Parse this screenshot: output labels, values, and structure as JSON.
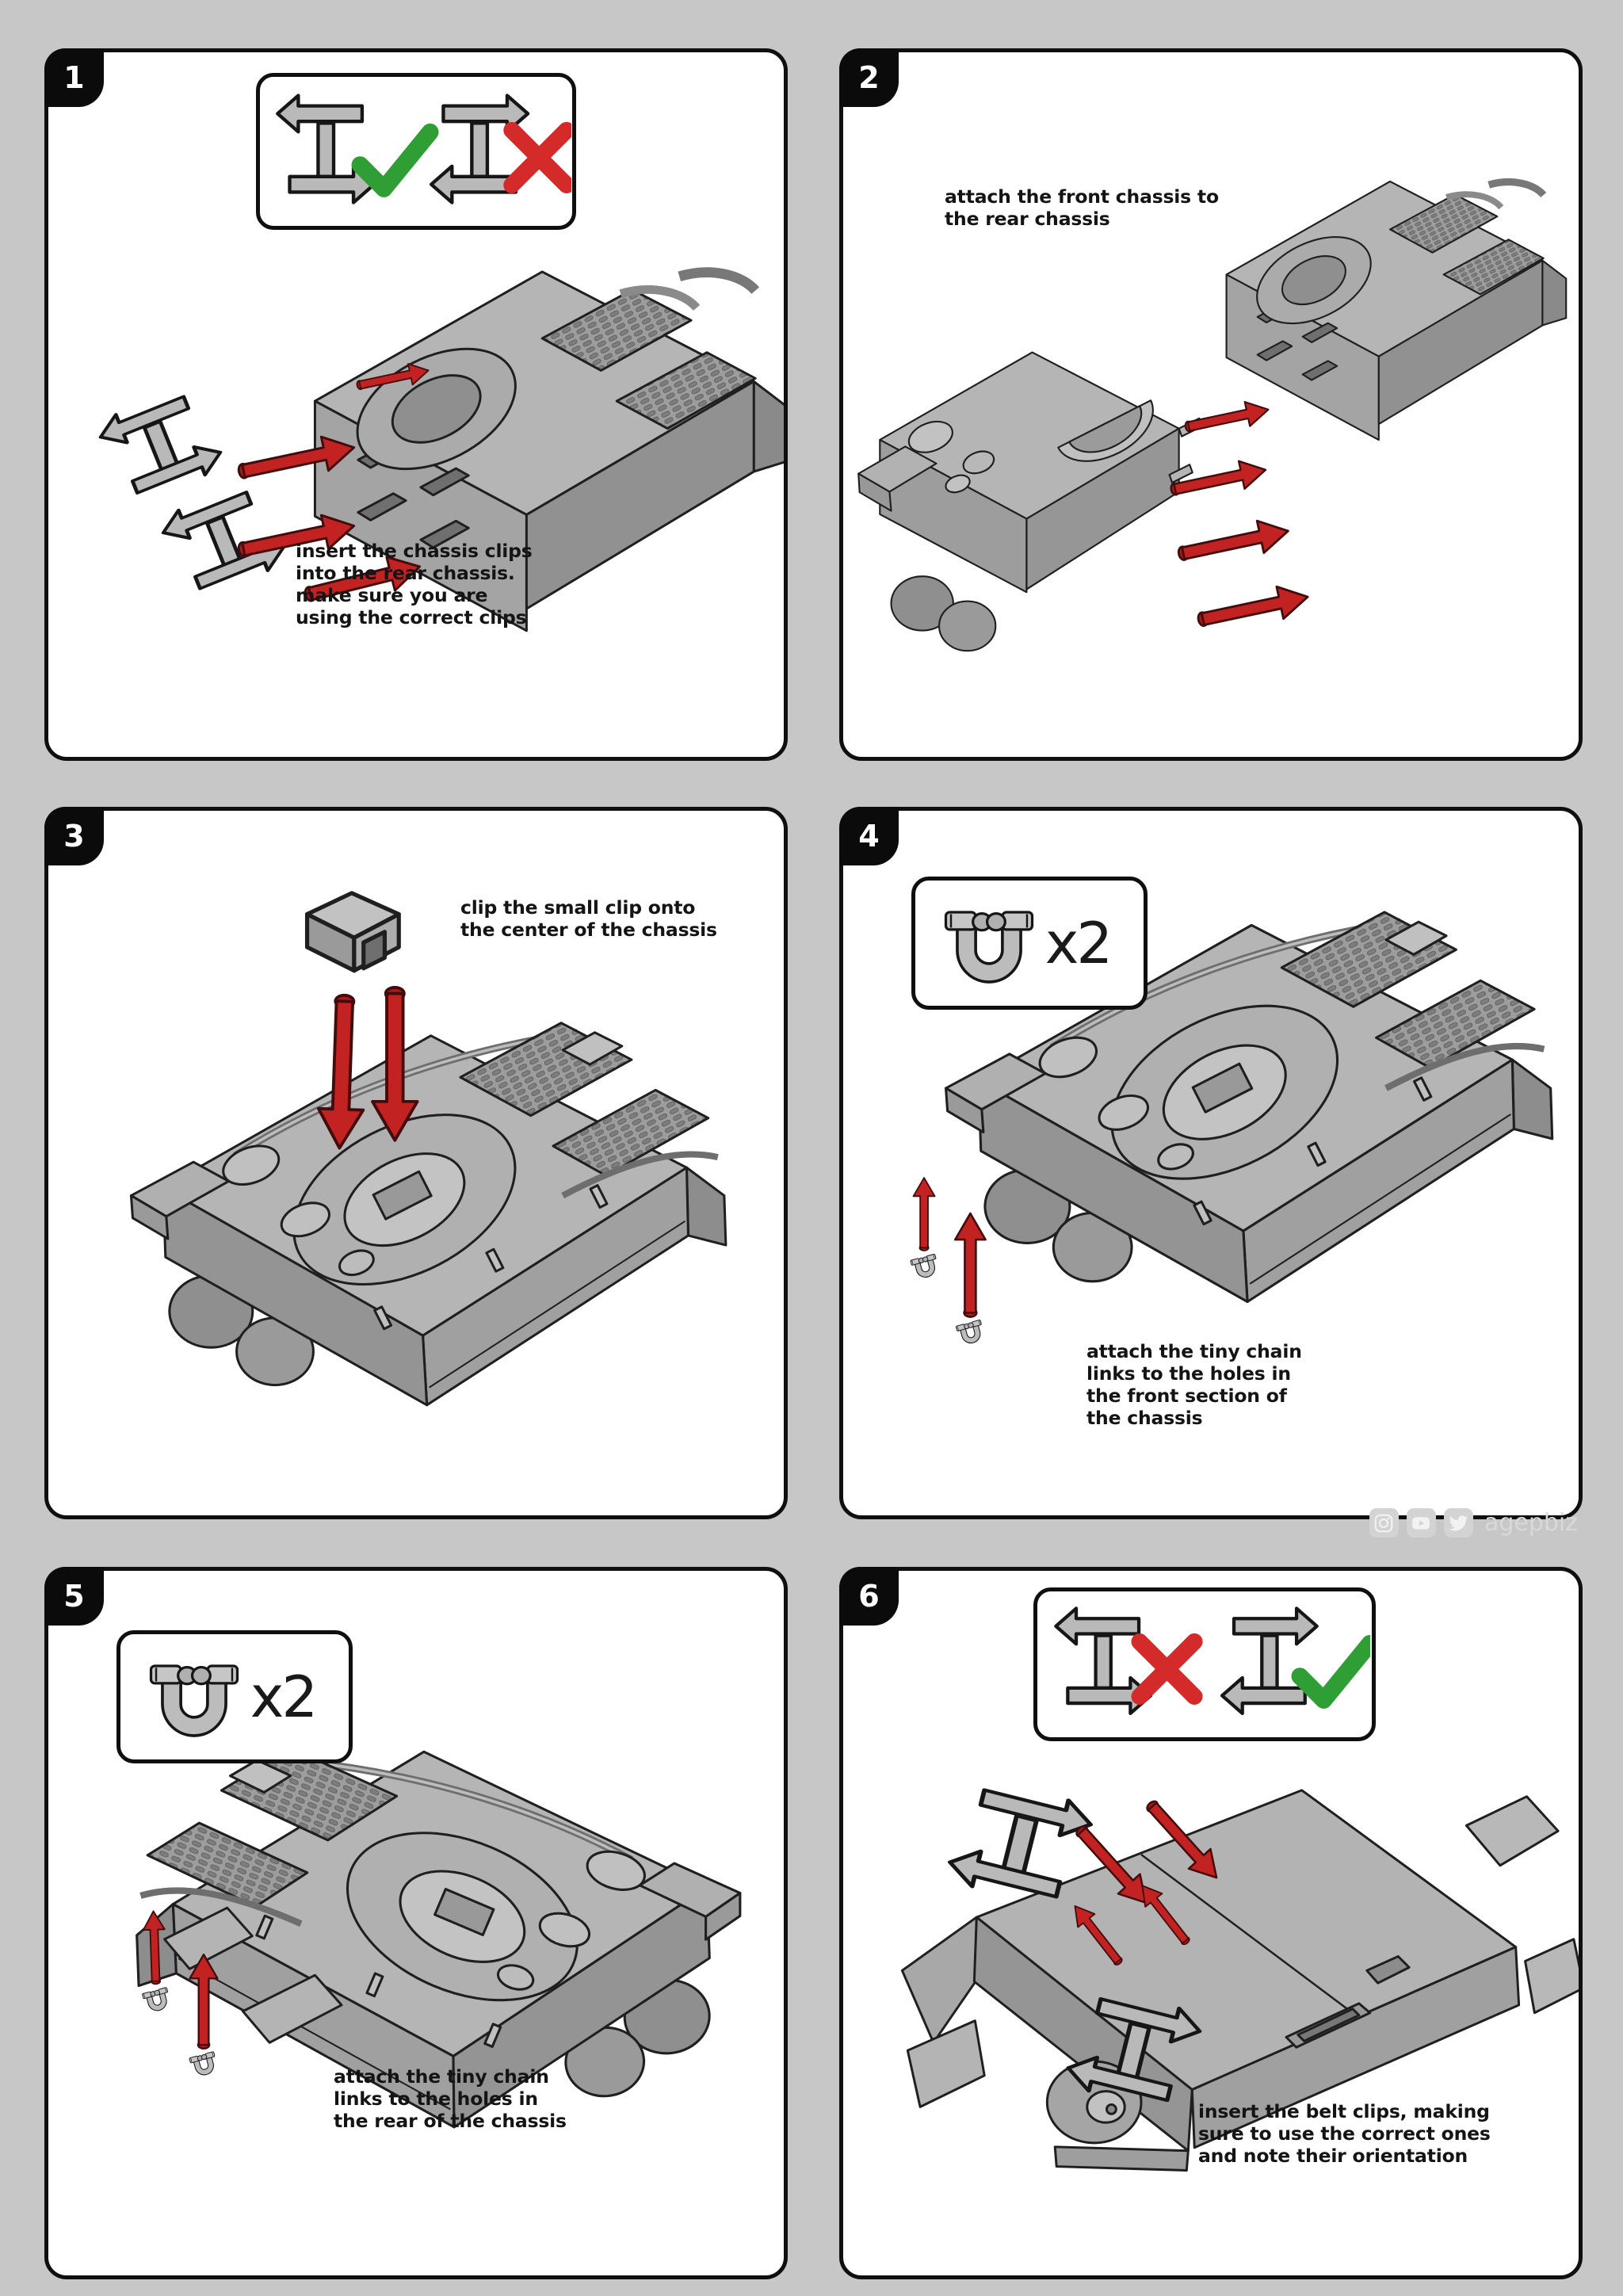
{
  "page": {
    "background_color": "#c7c7c7",
    "watermark": {
      "icons": [
        "instagram-icon",
        "youtube-icon",
        "twitter-icon"
      ],
      "handle": "agepbiz"
    }
  },
  "colors": {
    "panel_border": "#0f0f0f",
    "arrow_red": "#c22222",
    "correct_green": "#2f9e34",
    "incorrect_red": "#d42a2a",
    "part_gray": "#b9b9b9"
  },
  "panels": [
    {
      "number": "1",
      "caption": "insert the chassis clips\ninto the rear chassis.\nmake sure you are\nusing the correct clips",
      "callout": {
        "type": "clip-comparison",
        "items": [
          {
            "part": "chassis-clip-variant-a",
            "verdict": "correct"
          },
          {
            "part": "chassis-clip-variant-b",
            "verdict": "incorrect"
          }
        ]
      },
      "illustration": "rear-chassis-with-clips-and-arrows"
    },
    {
      "number": "2",
      "caption": "attach the front chassis to\nthe rear chassis",
      "illustration": "front-chassis-joining-rear-chassis"
    },
    {
      "number": "3",
      "caption": "clip the small clip onto\nthe center of the chassis",
      "illustration": "small-clip-onto-chassis-center"
    },
    {
      "number": "4",
      "caption": "attach the tiny chain\nlinks to the holes in\nthe front section of\nthe chassis",
      "callout": {
        "type": "part-count",
        "part": "chain-link",
        "count": "x2"
      },
      "illustration": "chain-links-to-front-holes"
    },
    {
      "number": "5",
      "caption": "attach the tiny chain\nlinks to the holes in\nthe rear of the chassis",
      "callout": {
        "type": "part-count",
        "part": "chain-link",
        "count": "x2"
      },
      "illustration": "chain-links-to-rear-holes"
    },
    {
      "number": "6",
      "caption": "insert the belt clips, making\nsure to use the correct ones\nand note their orientation",
      "callout": {
        "type": "clip-comparison",
        "items": [
          {
            "part": "belt-clip-variant-a",
            "verdict": "incorrect"
          },
          {
            "part": "belt-clip-variant-b",
            "verdict": "correct"
          }
        ]
      },
      "illustration": "belt-clips-into-inverted-chassis"
    }
  ]
}
